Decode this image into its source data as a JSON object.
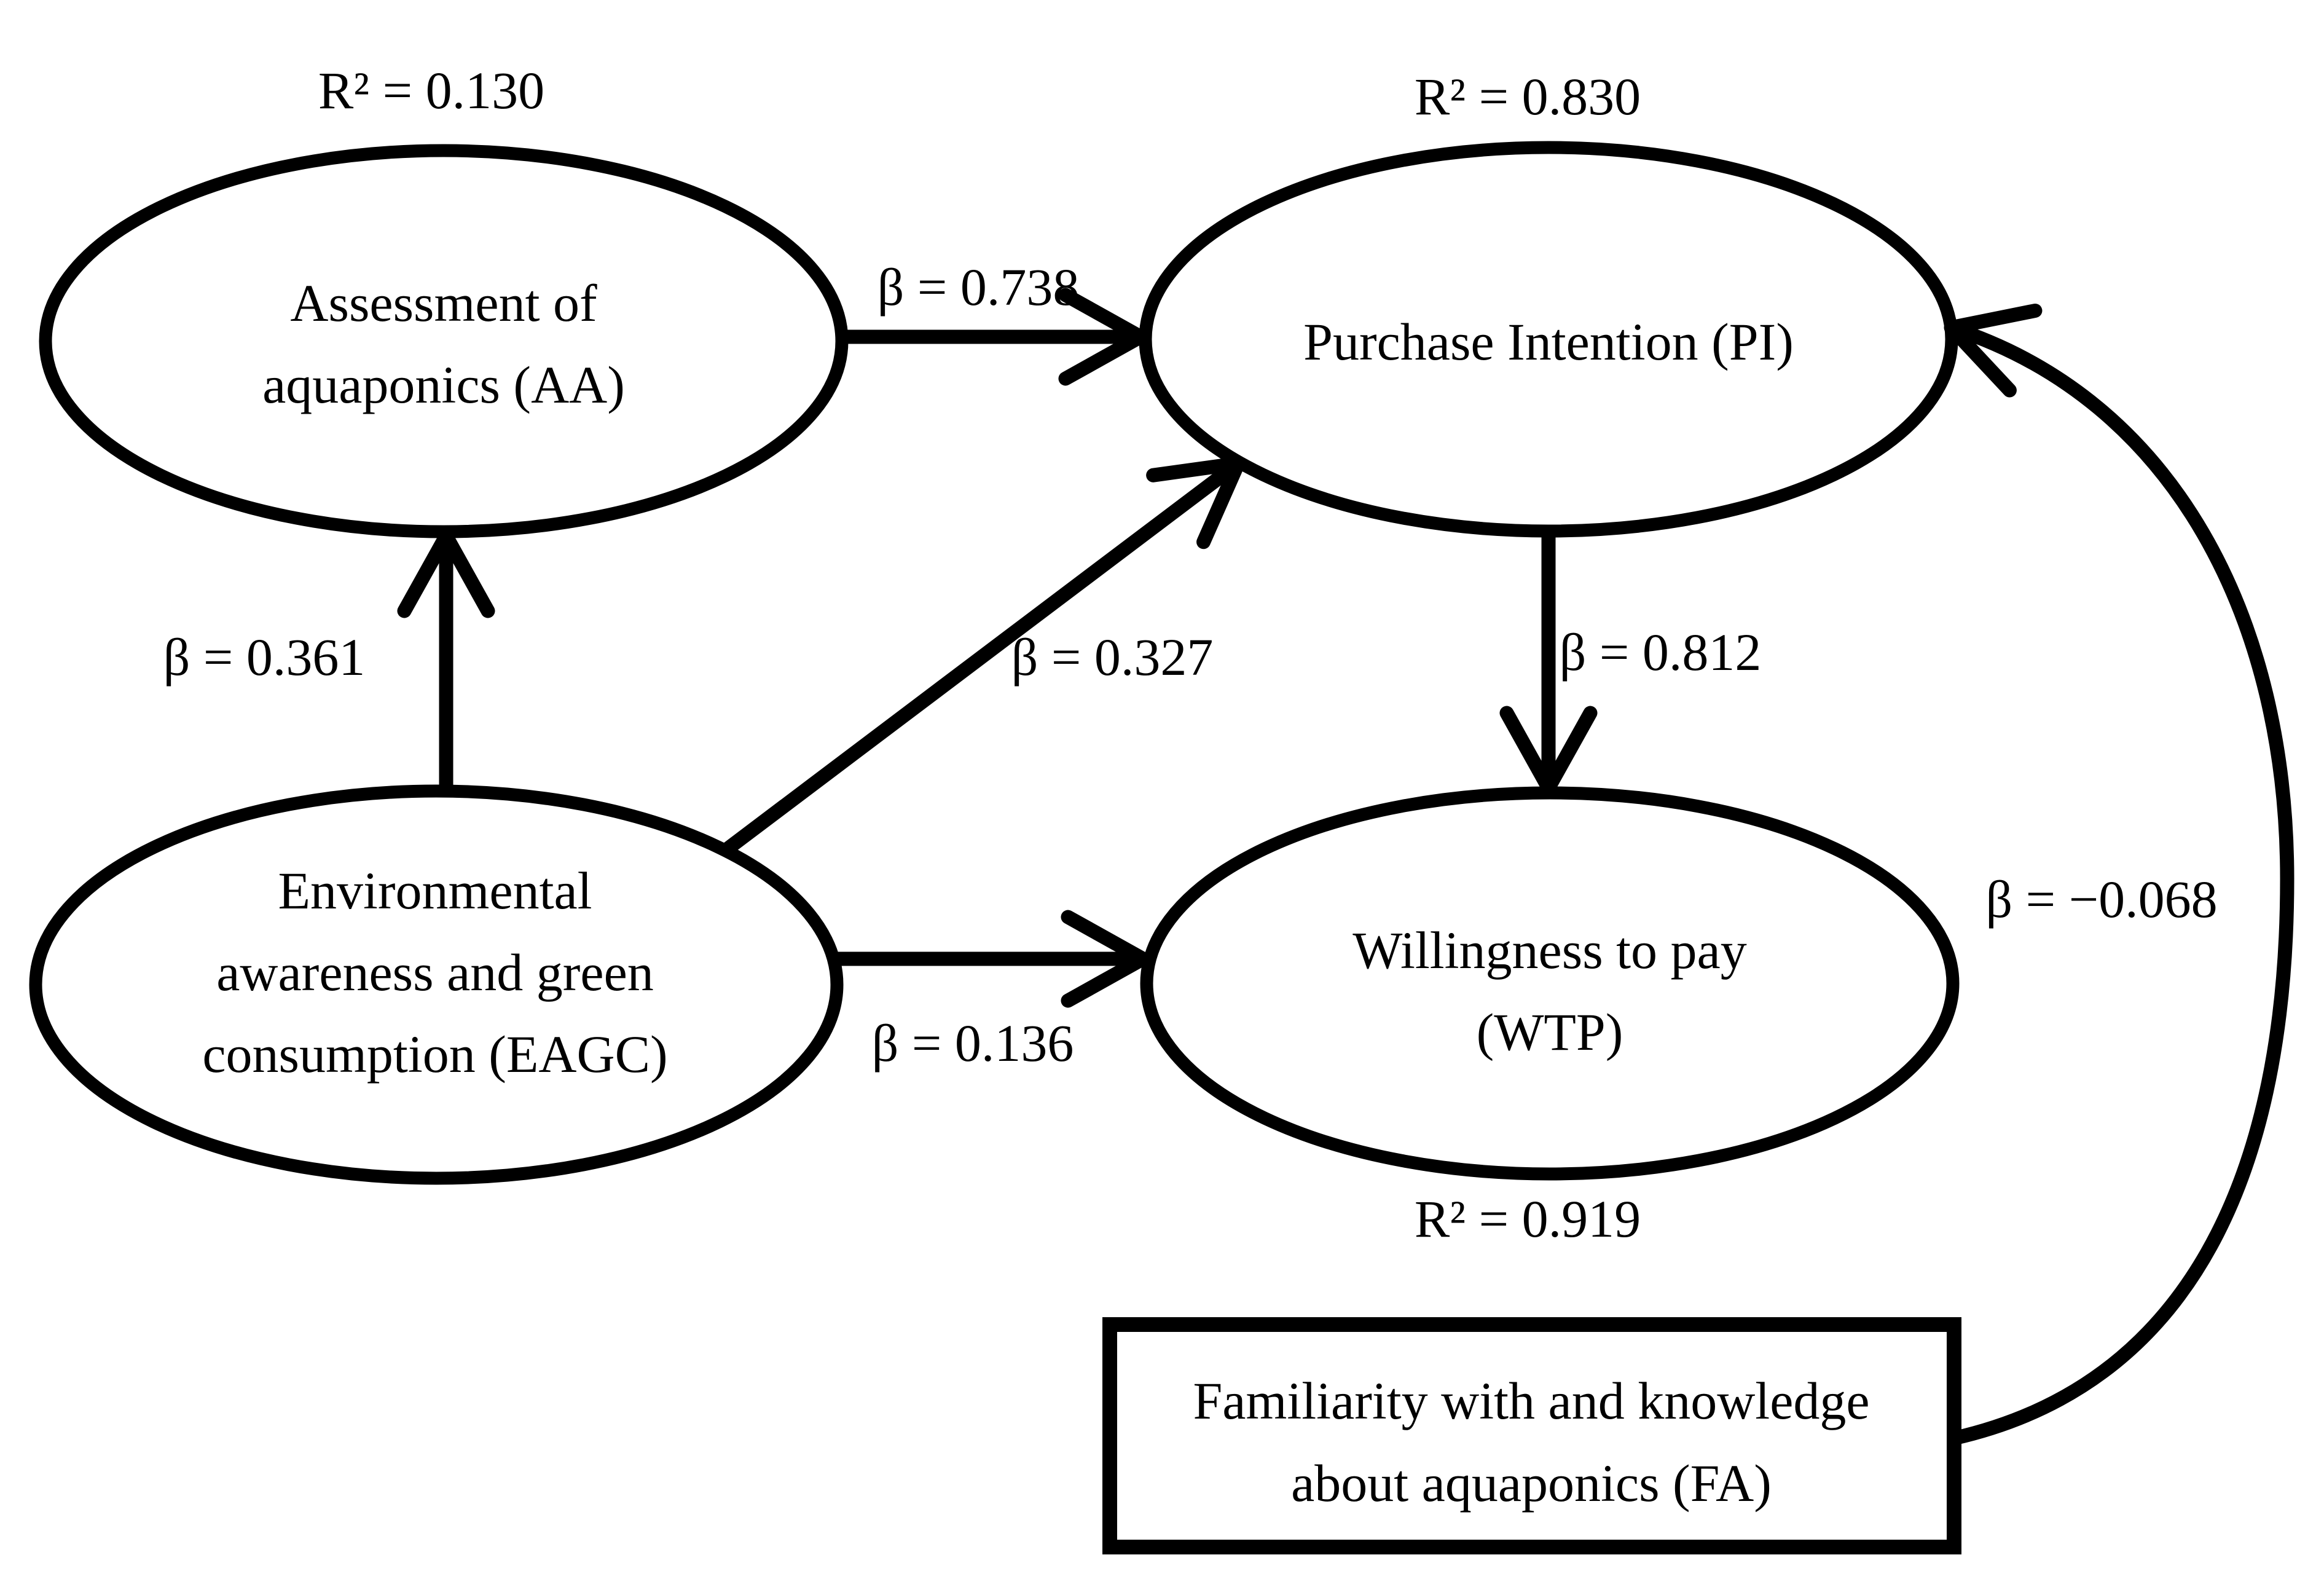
{
  "nodes": {
    "aa": {
      "shape": "ellipse",
      "lines": [
        "Assessment of",
        "aquaponics (AA)"
      ],
      "r2_label": "R² = 0.130"
    },
    "pi": {
      "shape": "ellipse",
      "lines": [
        "Purchase Intention (PI)"
      ],
      "r2_label": "R² = 0.830"
    },
    "eagc": {
      "shape": "ellipse",
      "lines": [
        "Environmental",
        "awareness and green",
        "consumption (EAGC)"
      ]
    },
    "wtp": {
      "shape": "ellipse",
      "lines": [
        "Willingness to pay",
        "(WTP)"
      ],
      "r2_label": "R² = 0.919"
    },
    "fa": {
      "shape": "rectangle",
      "lines": [
        "Familiarity with and knowledge",
        "about aquaponics (FA)"
      ]
    }
  },
  "edges": {
    "eagc_to_aa": {
      "from": "EAGC",
      "to": "AA",
      "beta_label": "β = 0.361"
    },
    "aa_to_pi": {
      "from": "AA",
      "to": "PI",
      "beta_label": "β = 0.738"
    },
    "eagc_to_pi": {
      "from": "EAGC",
      "to": "PI",
      "beta_label": "β = 0.327"
    },
    "eagc_to_wtp": {
      "from": "EAGC",
      "to": "WTP",
      "beta_label": "β = 0.136"
    },
    "pi_to_wtp": {
      "from": "PI",
      "to": "WTP",
      "beta_label": "β = 0.812"
    },
    "fa_to_pi": {
      "from": "FA",
      "to": "PI",
      "beta_label": "β = −0.068"
    }
  },
  "colors": {
    "stroke": "#000000",
    "text": "#000000",
    "background": "#ffffff"
  }
}
